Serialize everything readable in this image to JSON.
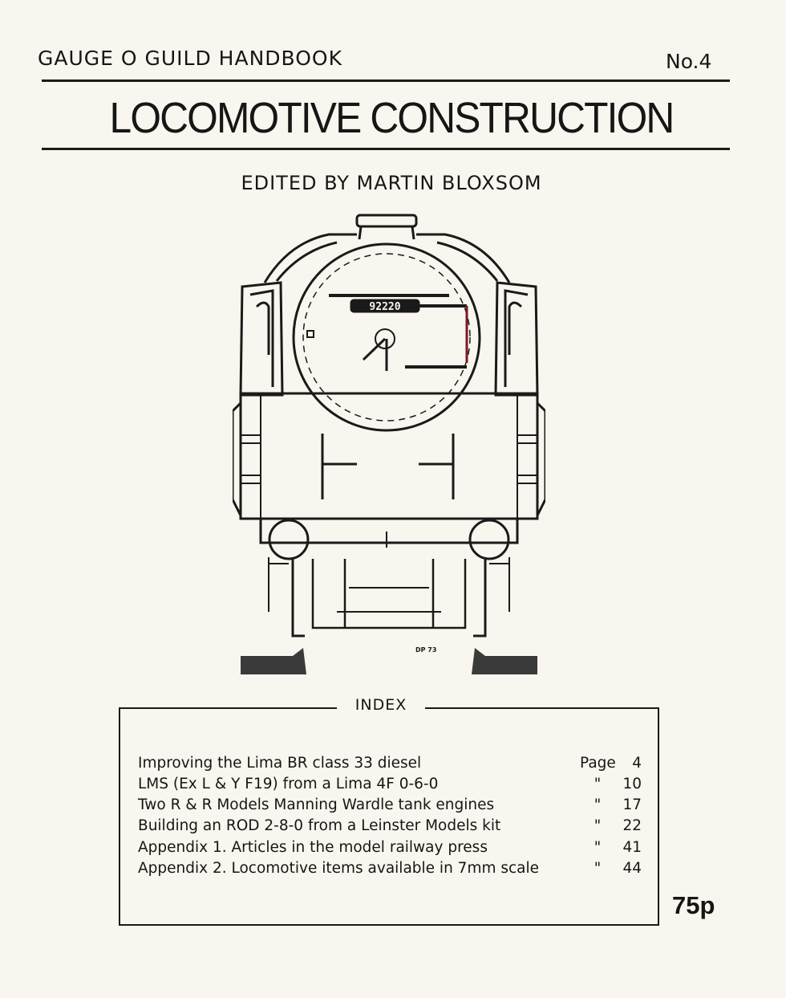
{
  "header": {
    "series": "GAUGE O GUILD HANDBOOK",
    "issue": "No.4"
  },
  "title": "LOCOMOTIVE CONSTRUCTION",
  "editor": "EDITED BY MARTIN BLOXSOM",
  "illustration": {
    "number_plate": "92220",
    "signature": "DP 73"
  },
  "index": {
    "title": "INDEX",
    "page_label": "Page",
    "ditto": "\"",
    "items": [
      {
        "title": "Improving the Lima BR class 33 diesel",
        "page": "4"
      },
      {
        "title": "LMS (Ex L & Y F19) from a Lima 4F 0-6-0",
        "page": "10"
      },
      {
        "title": "Two R & R Models Manning Wardle tank engines",
        "page": "17"
      },
      {
        "title": "Building an ROD 2-8-0 from a Leinster Models kit",
        "page": "22"
      },
      {
        "title": "Appendix 1. Articles in the model railway press",
        "page": "41"
      },
      {
        "title": "Appendix 2. Locomotive items available in 7mm scale",
        "page": "44"
      }
    ]
  },
  "price": "75p"
}
